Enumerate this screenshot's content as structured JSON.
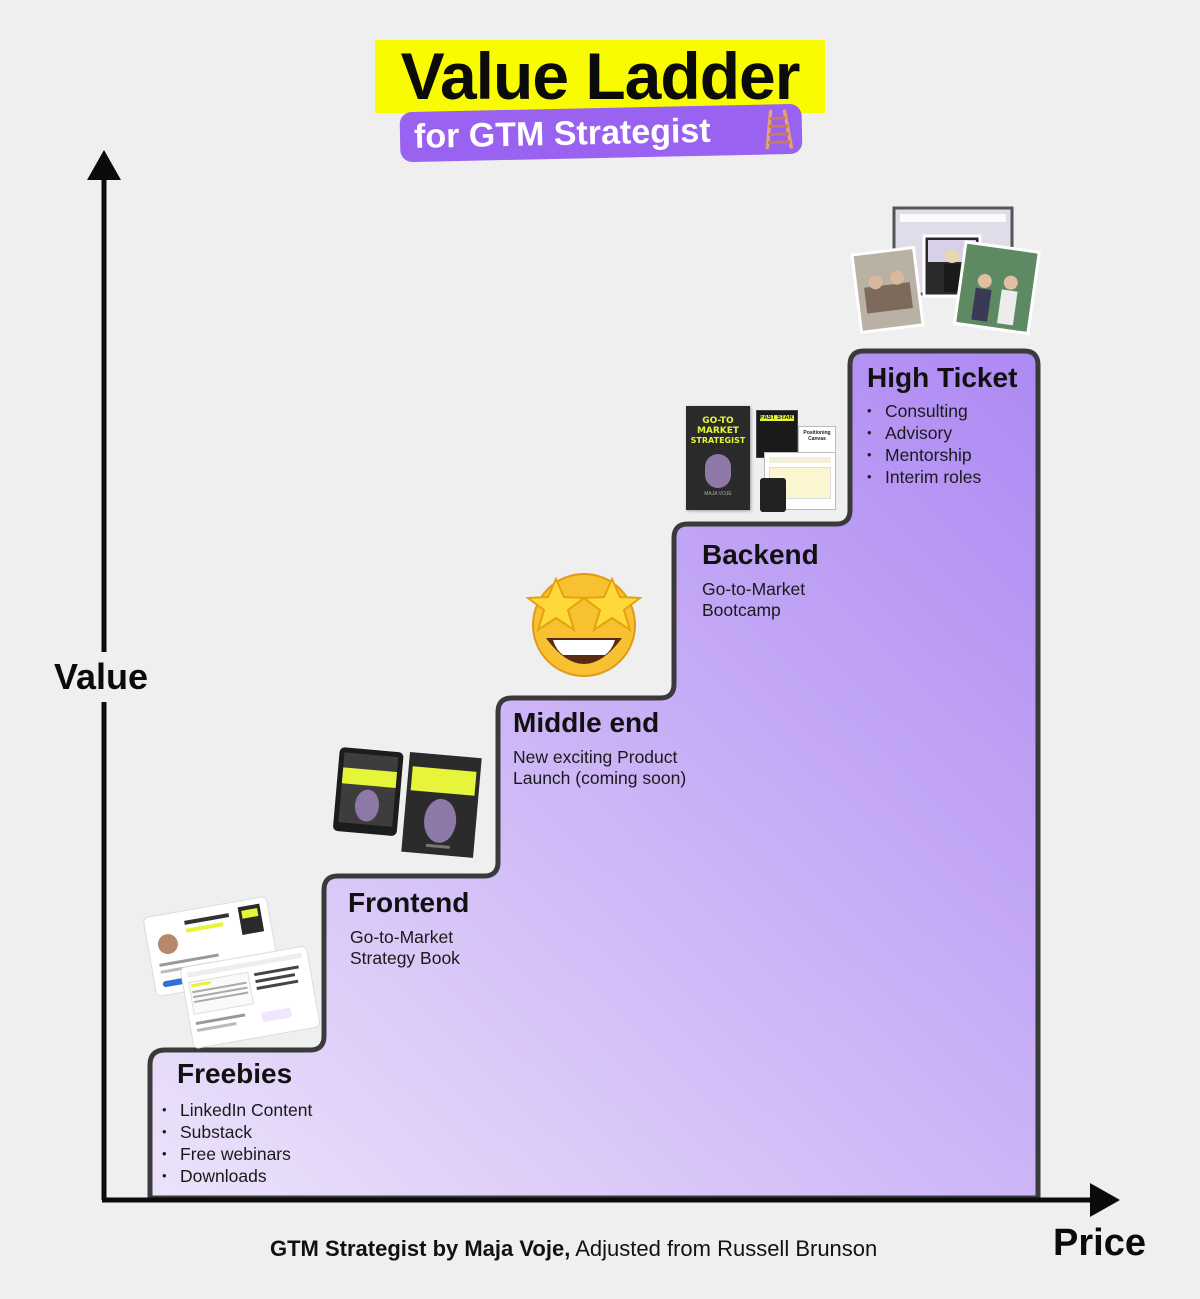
{
  "header": {
    "title": "Value Ladder",
    "subtitle": "for GTM Strategist",
    "subtitle_icon": "ladder-icon"
  },
  "axes": {
    "y_label": "Value",
    "x_label": "Price"
  },
  "steps": [
    {
      "title": "Freebies",
      "items": [
        "LinkedIn Content",
        "Substack",
        "Free webinars",
        "Downloads"
      ],
      "image": "linkedin-substack-screenshots"
    },
    {
      "title": "Frontend",
      "lines": [
        "Go-to-Market",
        "Strategy Book"
      ],
      "image": "gtm-strategist-books"
    },
    {
      "title": "Middle end",
      "lines": [
        "New exciting Product",
        "Launch (coming soon)"
      ],
      "image": "star-struck-emoji"
    },
    {
      "title": "Backend",
      "lines": [
        "Go-to-Market",
        "Bootcamp"
      ],
      "image": "bootcamp-bundle-materials"
    },
    {
      "title": "High Ticket",
      "items": [
        "Consulting",
        "Advisory",
        "Mentorship",
        "Interim roles"
      ],
      "image": "consulting-photos"
    }
  ],
  "bootcamp_bundle": {
    "book_text": [
      "GO-TO",
      "MARKET",
      "STRATEGIST"
    ],
    "author": "MAJA VOJE",
    "sheet_1": "FAST START",
    "sheet_2": "Positioning Canvas"
  },
  "footer": {
    "credit_bold": "GTM Strategist by Maja Voje,",
    "credit_rest": " Adjusted from Russell Brunson"
  },
  "colors": {
    "title_bg": "#f9fb00",
    "subtitle_bg": "#9a62f0",
    "ladder_fill_start": "#ece3fa",
    "ladder_fill_end": "#ad89f3",
    "ladder_stroke": "#3a3a3a",
    "book_accent": "#e7f53a"
  }
}
